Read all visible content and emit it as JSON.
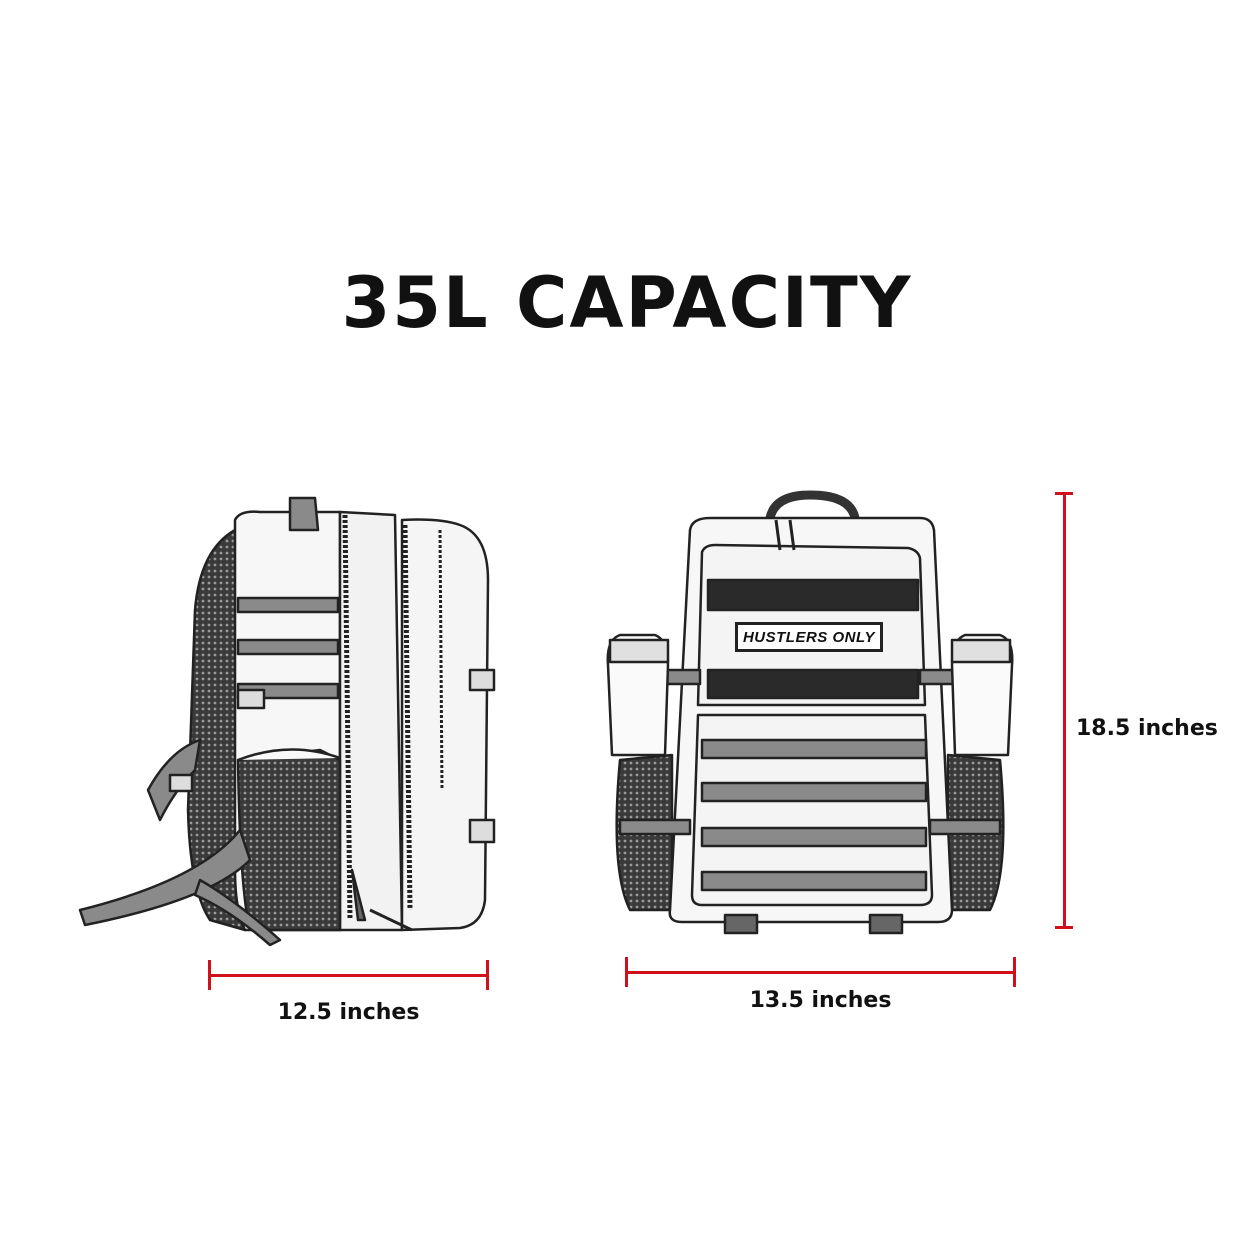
{
  "title": "35L CAPACITY",
  "dimensions": {
    "side_width": "12.5 inches",
    "front_width": "13.5 inches",
    "height": "18.5 inches"
  },
  "patch_text": "HUSTLERS ONLY",
  "colors": {
    "dimension_line": "#d0101a",
    "text": "#111111",
    "webbing": "#8a8a8a",
    "outline": "#222222",
    "background": "#ffffff"
  },
  "icons": [
    "backpack-side-view",
    "backpack-front-view"
  ]
}
